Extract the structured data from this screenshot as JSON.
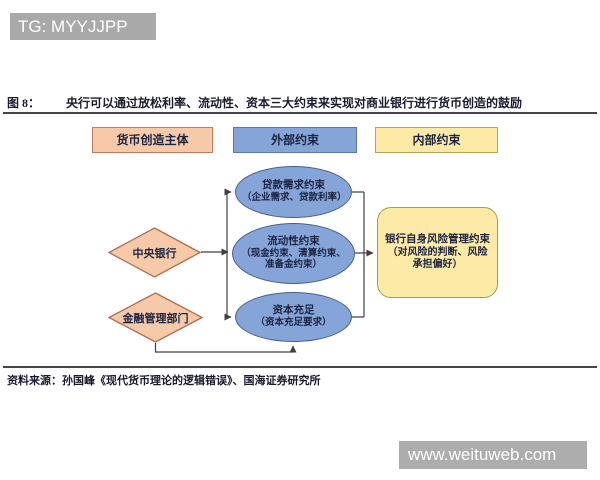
{
  "watermarks": {
    "top_label": "TG: MYYJJPP",
    "bottom_label": "www.weituweb.com"
  },
  "figure": {
    "caption_label": "图 8：",
    "caption_text": "央行可以通过放松利率、流动性、资本三大约束来实现对商业银行进行货币创造的鼓励",
    "source_text": "资料来源：孙国峰《现代货币理论的逻辑错误》、国海证券研究所"
  },
  "diagram": {
    "headers": [
      {
        "label": "货币创造主体"
      },
      {
        "label": "外部约束"
      },
      {
        "label": "内部约束"
      }
    ],
    "subjects": [
      {
        "label": "中央银行"
      },
      {
        "label": "金融管理部门"
      }
    ],
    "external_constraints": [
      {
        "title": "贷款需求约束",
        "detail": "（企业需求、贷款利率）"
      },
      {
        "title": "流动性约束",
        "detail": "（现金约束、清算约束、准备金约束）"
      },
      {
        "title": "资本充足",
        "detail": "（资本充足要求）"
      }
    ],
    "internal_constraint": {
      "title": "银行自身风险管理约束",
      "detail": "（对风险的判断、风险承担偏好）"
    },
    "colors": {
      "subject_fill": "#f6c9a9",
      "subject_border": "#bf7e5b",
      "external_fill": "#85a5d9",
      "external_border": "#46608e",
      "internal_fill": "#fdeaa6",
      "internal_border": "#b4954e",
      "connector": "#404040",
      "watermark_bg": "#a9a9a9",
      "text": "#1c2440"
    }
  }
}
